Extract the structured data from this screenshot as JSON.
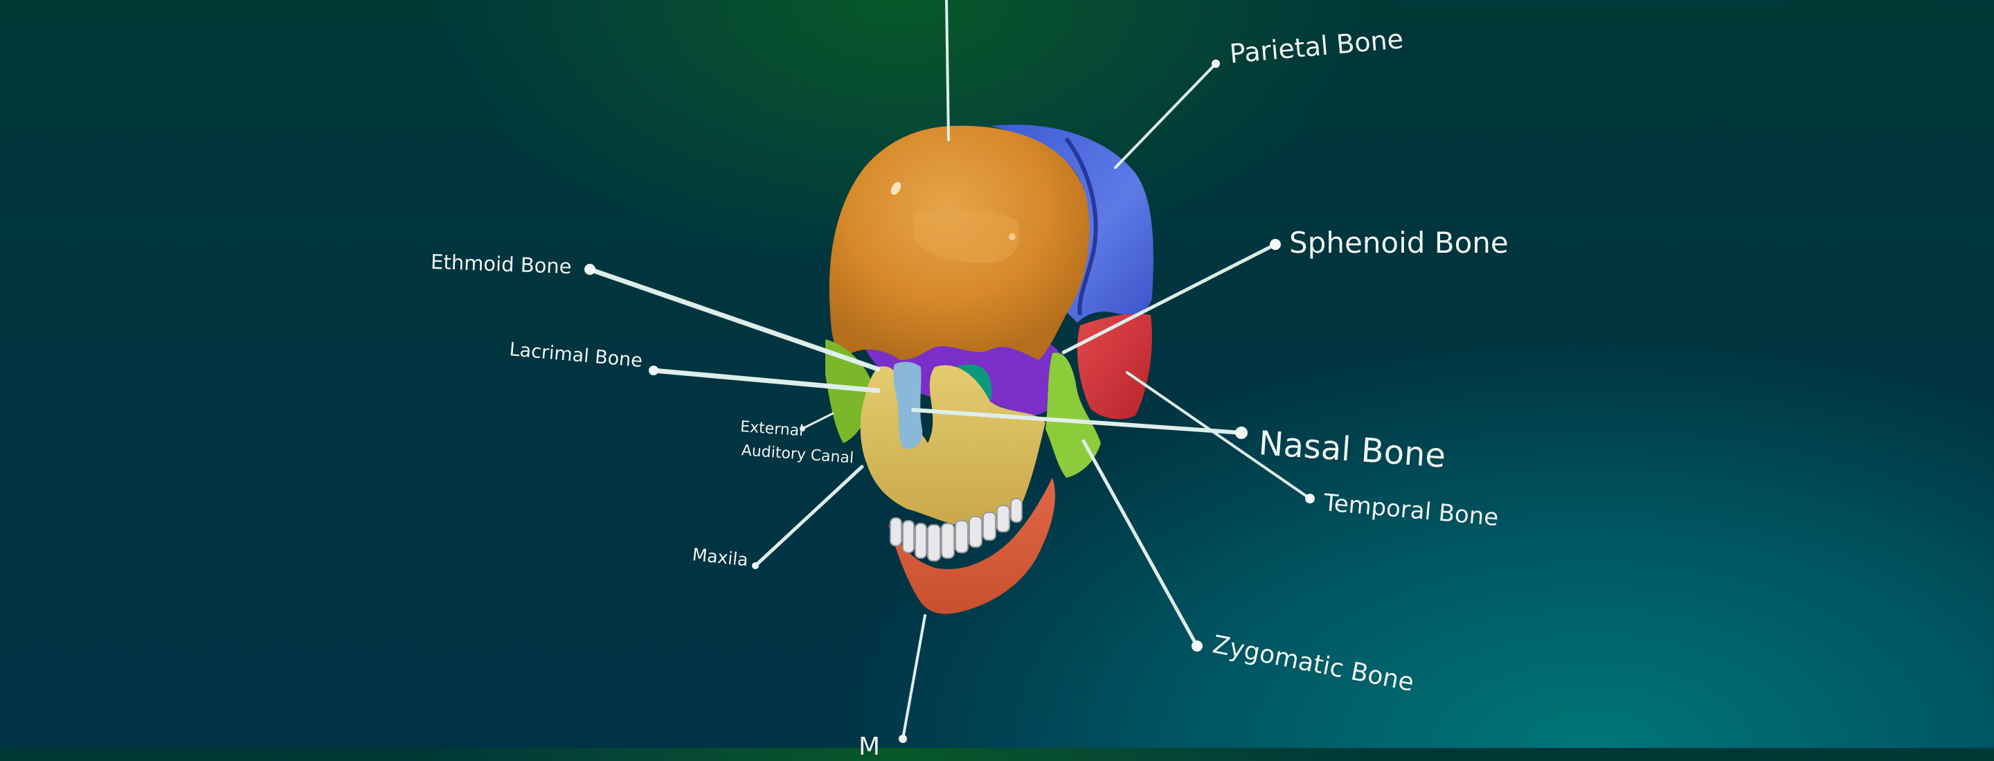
{
  "scene": {
    "subject": "3D human skull with color-coded bones",
    "background_colors": {
      "top_left": "#003838",
      "top_center": "#085a28",
      "bottom_left": "#003246",
      "bottom_right": "#00707a"
    }
  },
  "labels": {
    "parietal": "Parietal Bone",
    "sphenoid": "Sphenoid Bone",
    "nasal": "Nasal Bone",
    "temporal": "Temporal Bone",
    "zygomatic": "Zygomatic Bone",
    "mandible_partial": "M",
    "ethmoid": "Ethmoid Bone",
    "lacrimal": "Lacrimal Bone",
    "external_auditory_canal_line1": "External",
    "external_auditory_canal_line2": "Auditory Canal",
    "maxila": "Maxila"
  },
  "bone_colors": {
    "frontal": "#d6892a",
    "parietal": "#4a66dc",
    "temporal": "#d8343c",
    "sphenoid": "#7a2fc8",
    "zygomatic": "#86c832",
    "maxilla": "#d8c060",
    "nasal": "#8ab8d8",
    "mandible": "#d85a3a",
    "teeth": "#e8e8ea",
    "ethmoid": "#0a9a7a"
  },
  "leader_line_color": "#dfeeea"
}
